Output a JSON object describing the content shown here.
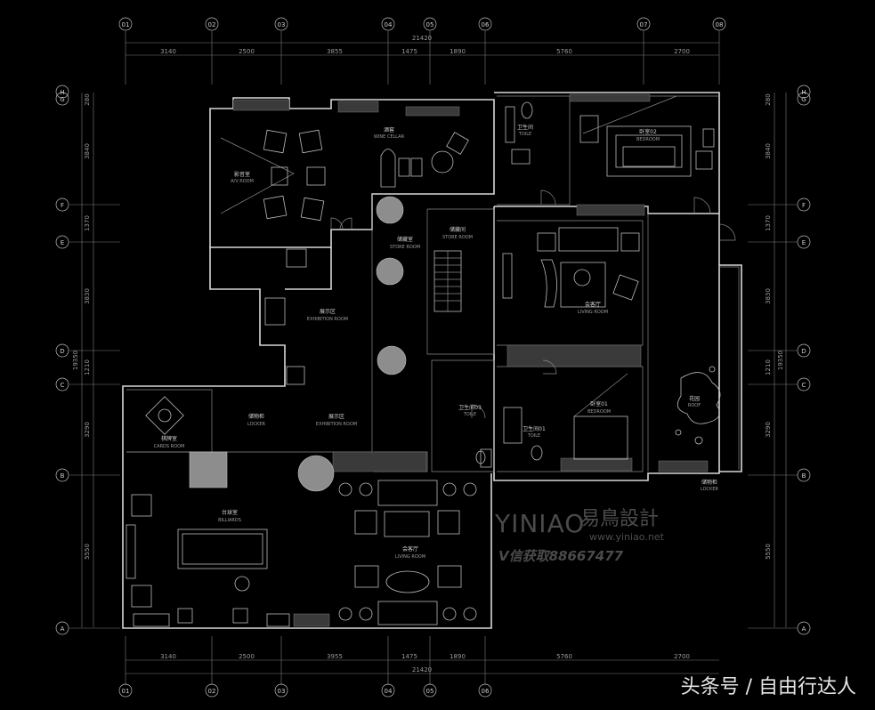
{
  "axes": {
    "columns": [
      "01",
      "02",
      "03",
      "04",
      "05",
      "06",
      "07",
      "08"
    ],
    "rows_left": [
      "A",
      "B",
      "C",
      "D",
      "E",
      "F",
      "G",
      "H"
    ],
    "rows_right": [
      "A",
      "B",
      "C",
      "D",
      "E",
      "F",
      "G",
      "H"
    ]
  },
  "dimensions": {
    "top_total": "21420",
    "top_segments": [
      "3140",
      "2500",
      "3855",
      "1475",
      "1890",
      "5760",
      "2700"
    ],
    "bottom_total": "21420",
    "bottom_segments": [
      "3140",
      "2500",
      "3955",
      "1475",
      "1890",
      "5760",
      "2700"
    ],
    "left_total": "19350",
    "left_segments": [
      "280",
      "3840",
      "1370",
      "3830",
      "1210",
      "3290",
      "5550"
    ],
    "right_total": "19350",
    "right_segments": [
      "280",
      "3840",
      "1370",
      "3830",
      "1210",
      "3290",
      "5550"
    ]
  },
  "rooms": [
    {
      "id": "av-room",
      "cn": "影音室",
      "en": "A/V ROOM"
    },
    {
      "id": "wine-cellar",
      "cn": "酒窖",
      "en": "WINE CELLAR"
    },
    {
      "id": "store-room-1",
      "cn": "储藏室",
      "en": "STORE ROOM"
    },
    {
      "id": "store-room-2",
      "cn": "储藏间",
      "en": "STORE ROOM"
    },
    {
      "id": "exhibition-1",
      "cn": "展示区",
      "en": "EXHIBITION ROOM"
    },
    {
      "id": "exhibition-2",
      "cn": "展示区",
      "en": "EXHIBITION ROOM"
    },
    {
      "id": "locker-1",
      "cn": "储物柜",
      "en": "LOCKER"
    },
    {
      "id": "cards-room",
      "cn": "棋牌室",
      "en": "CARDS ROOM"
    },
    {
      "id": "billiards",
      "cn": "台球室",
      "en": "BILLIARDS"
    },
    {
      "id": "living-room-1",
      "cn": "会客厅",
      "en": "LIVING ROOM"
    },
    {
      "id": "living-room-2",
      "cn": "会客厅",
      "en": "LIVING ROOM"
    },
    {
      "id": "toilet-1",
      "cn": "卫生间",
      "en": "TOILE"
    },
    {
      "id": "toilet-2",
      "cn": "卫生间03",
      "en": "TOILE"
    },
    {
      "id": "toilet-3",
      "cn": "卫生间01",
      "en": "TOILE"
    },
    {
      "id": "bedroom-1",
      "cn": "卧室02",
      "en": "BEDROOM"
    },
    {
      "id": "bedroom-2",
      "cn": "卧室01",
      "en": "BEDROOM"
    },
    {
      "id": "garden",
      "cn": "花园",
      "en": "ROOF"
    },
    {
      "id": "locker-2",
      "cn": "储物柜",
      "en": "LOCKER"
    }
  ],
  "watermark": {
    "brand": "YINIAO",
    "brand_cn": "易鳥設計",
    "url": "www.yiniao.net",
    "wechat": "V信获取88667477"
  },
  "credit": "头条号 / 自由行达人"
}
